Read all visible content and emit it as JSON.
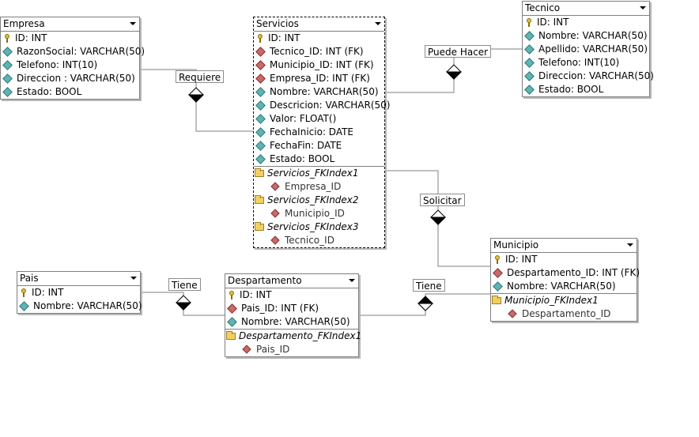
{
  "tables": {
    "empresa": {
      "title": "Empresa",
      "rows": [
        {
          "kind": "pk",
          "text": "ID: INT"
        },
        {
          "kind": "attr",
          "text": "RazonSocial: VARCHAR(50)"
        },
        {
          "kind": "attr",
          "text": "Telefono: INT(10)"
        },
        {
          "kind": "attr",
          "text": "Direccion : VARCHAR(50)"
        },
        {
          "kind": "attr",
          "text": "Estado: BOOL"
        }
      ]
    },
    "servicios": {
      "title": "Servicios",
      "rows": [
        {
          "kind": "pk",
          "text": "ID: INT"
        },
        {
          "kind": "fk",
          "text": "Tecnico_ID: INT (FK)"
        },
        {
          "kind": "fk",
          "text": "Municipio_ID: INT (FK)"
        },
        {
          "kind": "fk",
          "text": "Empresa_ID: INT (FK)"
        },
        {
          "kind": "attr",
          "text": "Nombre: VARCHAR(50)"
        },
        {
          "kind": "attr",
          "text": "Descricion: VARCHAR(50)"
        },
        {
          "kind": "attr",
          "text": "Valor: FLOAT()"
        },
        {
          "kind": "attr",
          "text": "FechaInicio: DATE"
        },
        {
          "kind": "attr",
          "text": "FechaFin: DATE"
        },
        {
          "kind": "attr",
          "text": "Estado: BOOL"
        }
      ],
      "indexes": [
        {
          "name": "Servicios_FKIndex1",
          "column": "Empresa_ID"
        },
        {
          "name": "Servicios_FKIndex2",
          "column": "Municipio_ID"
        },
        {
          "name": "Servicios_FKIndex3",
          "column": "Tecnico_ID"
        }
      ]
    },
    "tecnico": {
      "title": "Tecnico",
      "rows": [
        {
          "kind": "pk",
          "text": "ID: INT"
        },
        {
          "kind": "attr",
          "text": "Nombre: VARCHAR(50)"
        },
        {
          "kind": "attr",
          "text": "Apellido: VARCHAR(50)"
        },
        {
          "kind": "attr",
          "text": "Telefono: INT(10)"
        },
        {
          "kind": "attr",
          "text": "Direccion: VARCHAR(50)"
        },
        {
          "kind": "attr",
          "text": "Estado: BOOL"
        }
      ]
    },
    "pais": {
      "title": "Pais",
      "rows": [
        {
          "kind": "pk",
          "text": "ID: INT"
        },
        {
          "kind": "attr",
          "text": "Nombre: VARCHAR(50)"
        }
      ]
    },
    "departamento": {
      "title": "Despartamento",
      "rows": [
        {
          "kind": "pk",
          "text": "ID: INT"
        },
        {
          "kind": "fk",
          "text": "Pais_ID: INT (FK)"
        },
        {
          "kind": "attr",
          "text": "Nombre: VARCHAR(50)"
        }
      ],
      "indexes": [
        {
          "name": "Despartamento_FKIndex1",
          "column": "Pais_ID"
        }
      ]
    },
    "municipio": {
      "title": "Municipio",
      "rows": [
        {
          "kind": "pk",
          "text": "ID: INT"
        },
        {
          "kind": "fk",
          "text": "Despartamento_ID: INT (FK)"
        },
        {
          "kind": "attr",
          "text": "Nombre: VARCHAR(50)"
        }
      ],
      "indexes": [
        {
          "name": "Municipio_FKIndex1",
          "column": "Despartamento_ID"
        }
      ]
    }
  },
  "relations": {
    "requiere": "Requiere",
    "puede_hacer": "Puede Hacer",
    "solicitar": "Solicitar",
    "tiene_pais": "Tiene",
    "tiene_dep": "Tiene"
  }
}
